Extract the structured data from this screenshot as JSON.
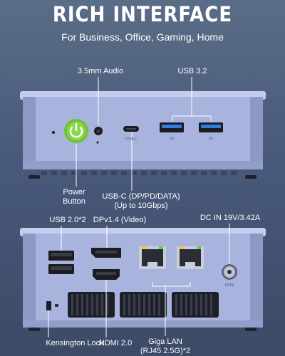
{
  "header": {
    "title": "RICH INTERFACE",
    "subtitle": "For Business, Office, Gaming, Home"
  },
  "front_panel": {
    "labels": {
      "audio": "3.5mm Audio",
      "usb32": "USB 3.2",
      "power_line1": "Power",
      "power_line2": "Button",
      "usbc_line1": "USB-C (DP/PD/DATA)",
      "usbc_line2": "(Up to 10Gbps)"
    },
    "port_markings": {
      "typec": "TYPE-C",
      "usb_ss": "SS"
    }
  },
  "rear_panel": {
    "labels": {
      "usb20": "USB 2.0*2",
      "dp": "DPv1.4 (Video)",
      "dc": "DC IN 19V/3.42A",
      "kensington": "Kensington Lock",
      "hdmi": "HDMI 2.0",
      "lan_line1": "Giga LAN",
      "lan_line2": "(RJ45 2.5G)*2"
    },
    "port_markings": {
      "dc": "DCIN"
    }
  },
  "colors": {
    "chassis": "#a9b4de",
    "chassis_dark": "#8d98c4",
    "power_green": "#8bd64a",
    "usb3_blue": "#2f7de0",
    "port_black": "#1c1c22",
    "lan_green": "#5bd04a",
    "lan_yellow": "#f3c62d"
  }
}
